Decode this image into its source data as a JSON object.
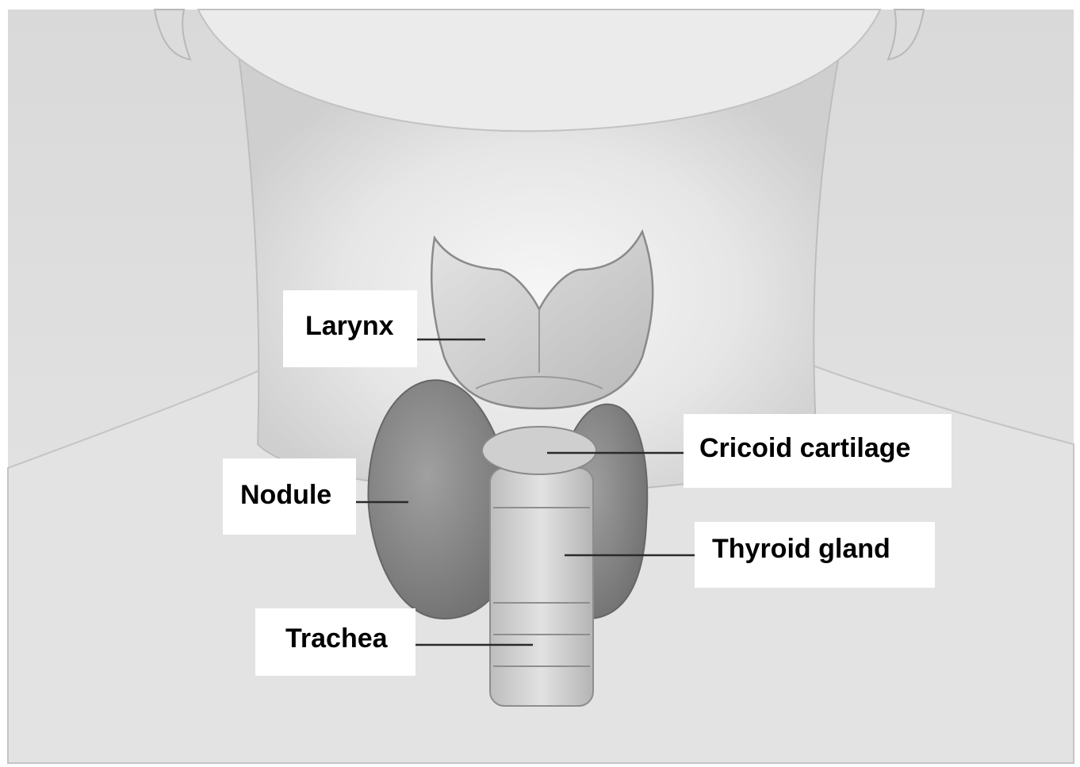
{
  "figure": {
    "labels": {
      "larynx": "Larynx",
      "cricoid": "Cricoid cartilage",
      "nodule": "Nodule",
      "thyroid": "Thyroid gland",
      "trachea": "Trachea"
    },
    "colors": {
      "background": "#ffffff",
      "skin": "#e4e4e4",
      "skin_shadow": "#c9c9c9",
      "cartilage": "#d6d6d6",
      "gland": "#8c8c8c",
      "leader_line": "#2a2a2a"
    }
  }
}
